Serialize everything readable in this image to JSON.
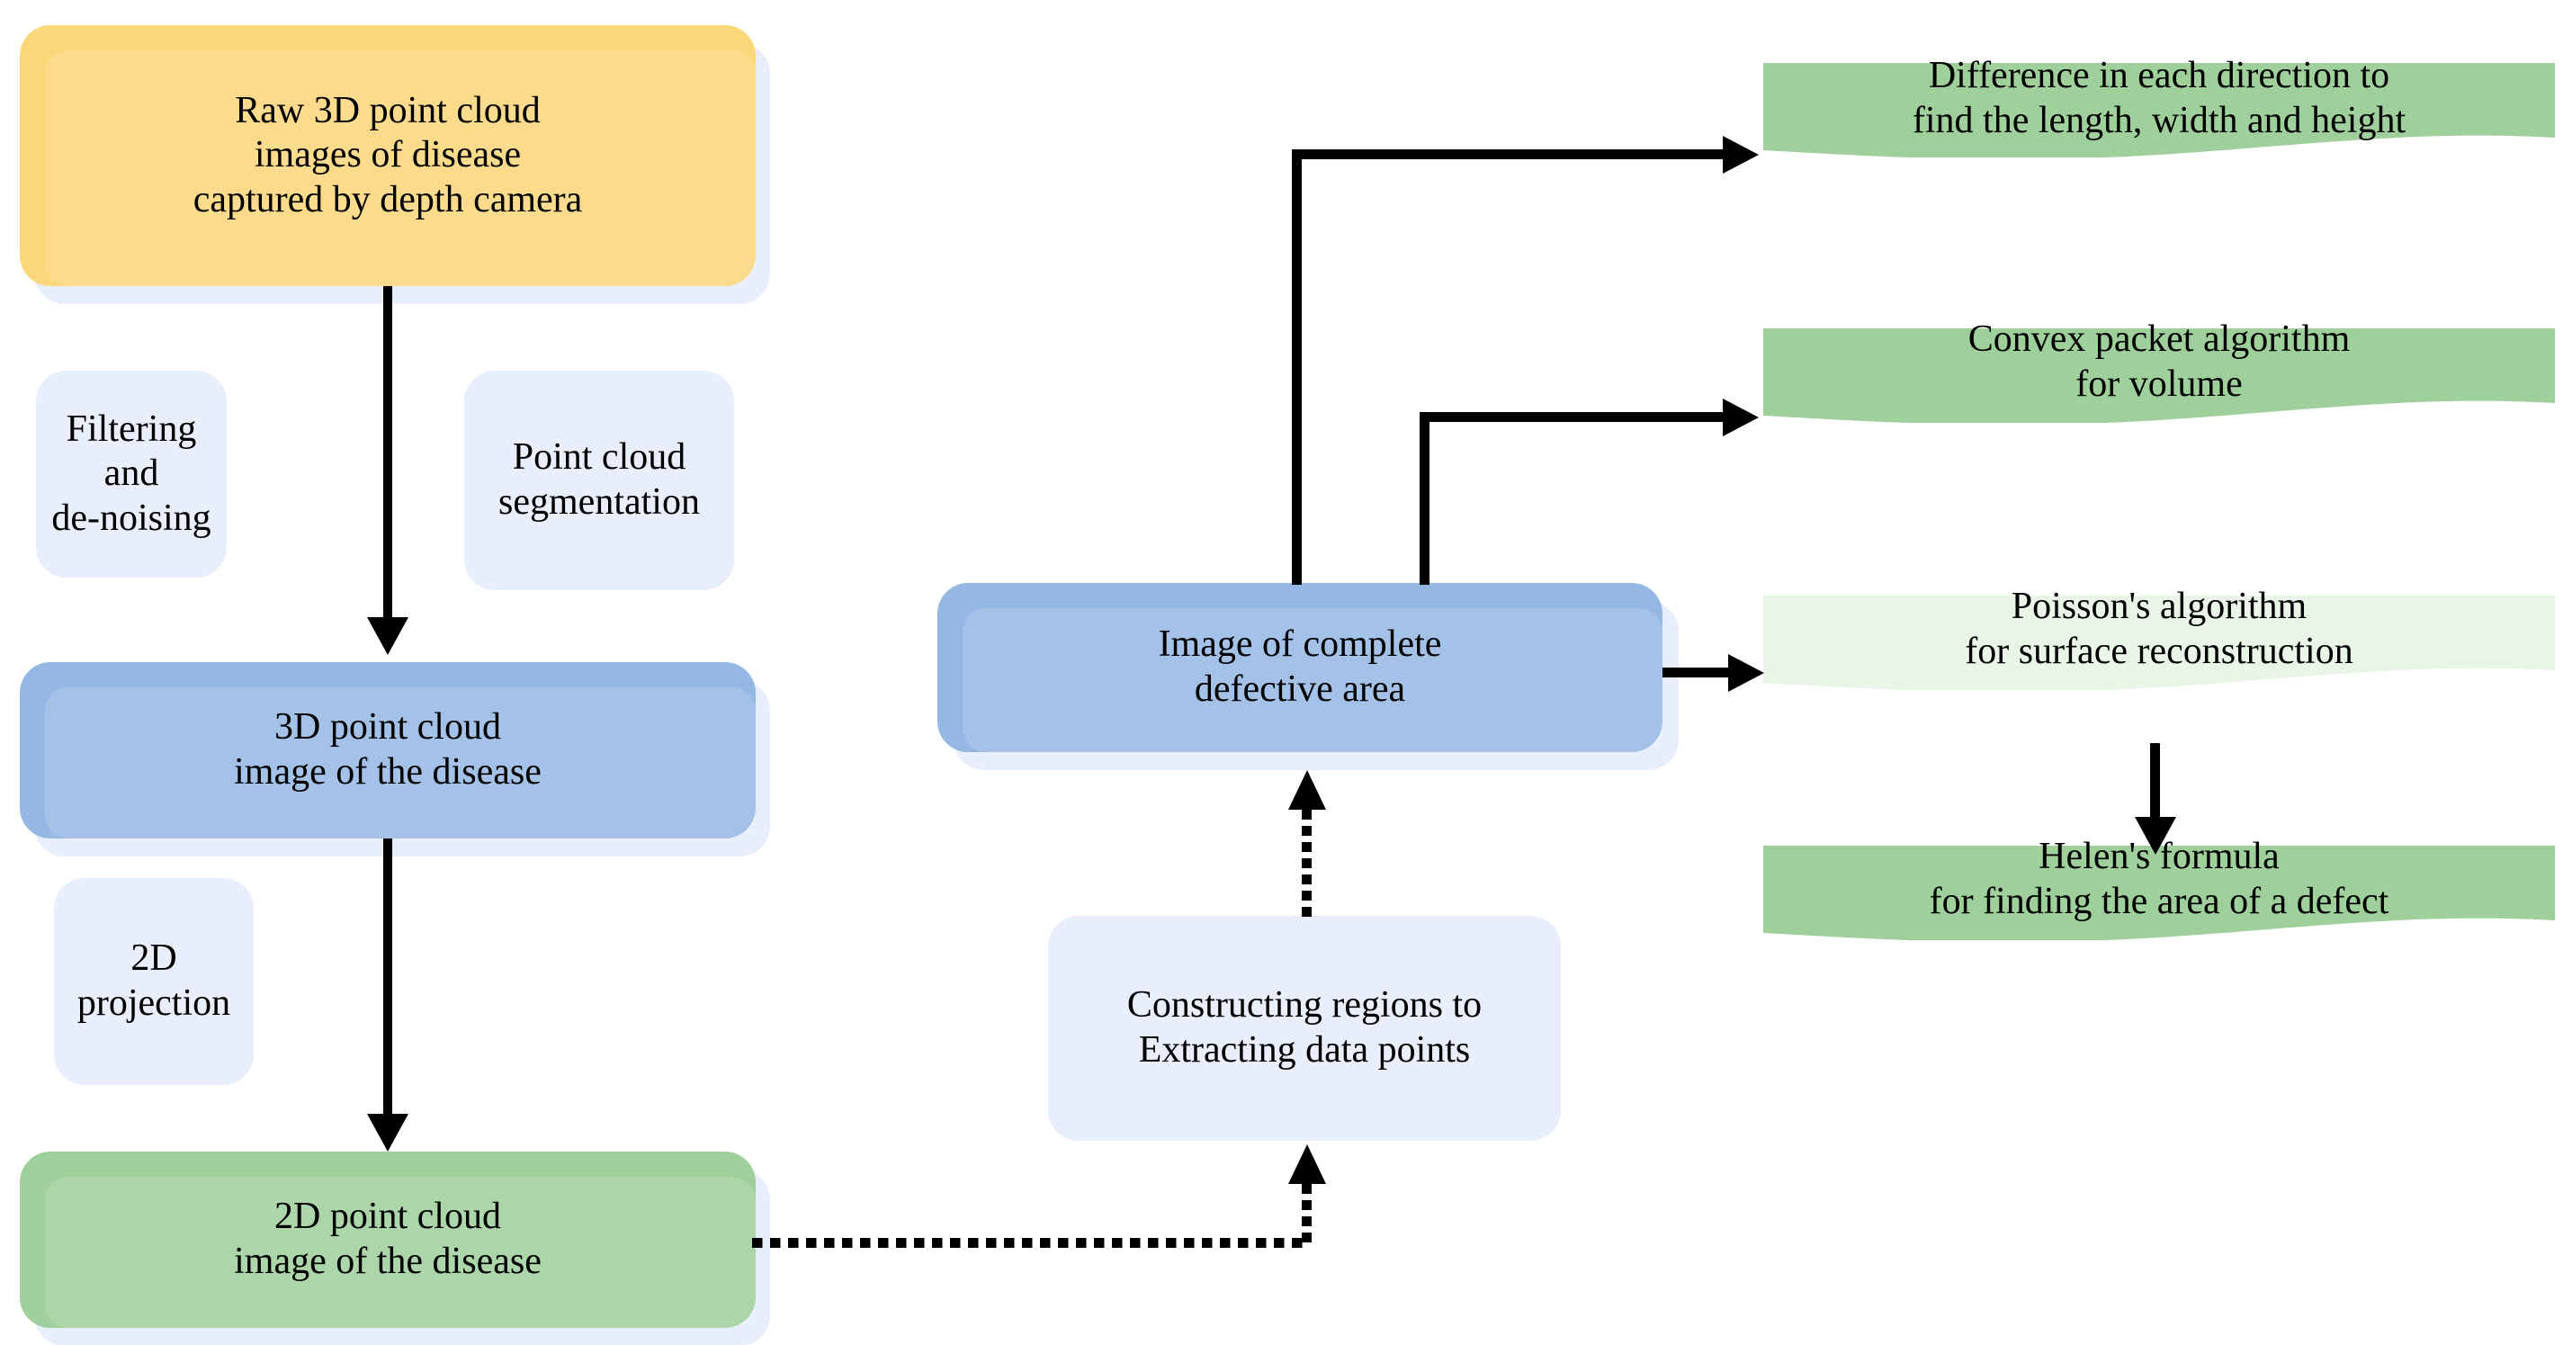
{
  "diagram": {
    "title": "3D point cloud disease measurement pipeline",
    "colors": {
      "yellow": "#fcd77a",
      "blue": "#95b7e3",
      "green": "#9fcf9b",
      "green_pale": "#e9f5e7",
      "lightblue": "#e8eefb",
      "line": "#000000"
    }
  },
  "nodes": {
    "raw_point_cloud": "Raw 3D point cloud\nimages of disease\ncaptured by depth camera",
    "filtering": "Filtering and\nde-noising",
    "segmentation": "Point cloud\nsegmentation",
    "cloud_3d": "3D point cloud\nimage of the disease",
    "projection_2d": "2D\nprojection",
    "cloud_2d": "2D point cloud\nimage of the disease",
    "constructing_regions": "Constructing regions to\nExtracting data points",
    "defective_area": "Image of complete\ndefective area",
    "difference_directions": "Difference in each direction to\nfind the length, width and height",
    "convex_packet": "Convex packet algorithm\nfor volume",
    "poisson": "Poisson's algorithm\nfor surface reconstruction",
    "helen": "Helen's formula\nfor finding the area of a defect"
  },
  "edges": [
    {
      "from": "raw_point_cloud",
      "to": "cloud_3d",
      "style": "solid",
      "arrow": "down"
    },
    {
      "from": "cloud_3d",
      "to": "cloud_2d",
      "style": "solid",
      "arrow": "down"
    },
    {
      "from": "cloud_2d",
      "to": "constructing_regions",
      "style": "dotted",
      "arrow": "up"
    },
    {
      "from": "constructing_regions",
      "to": "defective_area",
      "style": "dotted",
      "arrow": "up"
    },
    {
      "from": "defective_area",
      "to": "difference_directions",
      "style": "solid",
      "arrow": "right"
    },
    {
      "from": "defective_area",
      "to": "convex_packet",
      "style": "solid",
      "arrow": "right"
    },
    {
      "from": "defective_area",
      "to": "poisson",
      "style": "solid",
      "arrow": "right"
    },
    {
      "from": "poisson",
      "to": "helen",
      "style": "solid",
      "arrow": "down"
    }
  ]
}
